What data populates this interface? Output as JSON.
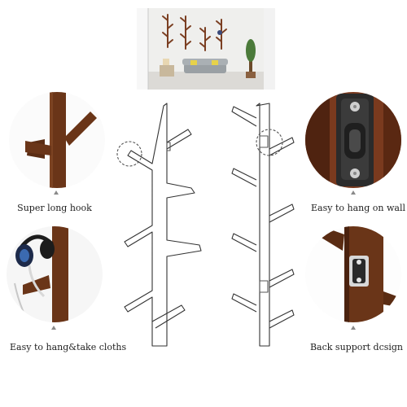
{
  "captions": {
    "long_hook": "Super long hook",
    "wall_mount": "Easy to hang on wall",
    "hang_take": "Easy to hang&take cloths",
    "back_support": "Back support dcsign"
  },
  "colors": {
    "wood": "#6a3518",
    "wood_dark": "#3e1b0a",
    "line": "#333333",
    "caption": "#1e1e1e"
  }
}
